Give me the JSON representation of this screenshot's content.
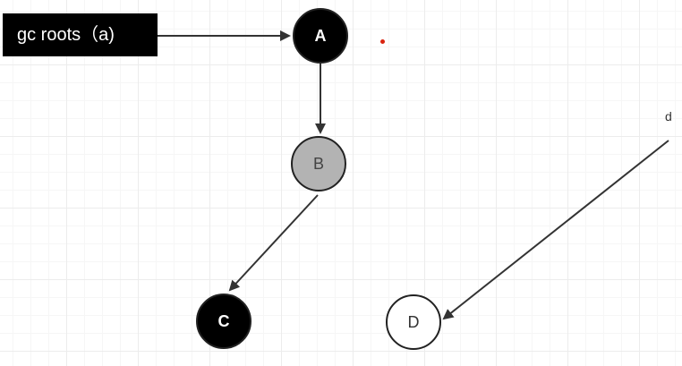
{
  "diagram": {
    "roots_label": "gc roots（a)",
    "nodes": [
      {
        "id": "A",
        "label": "A",
        "fill": "black"
      },
      {
        "id": "B",
        "label": "B",
        "fill": "gray"
      },
      {
        "id": "C",
        "label": "C",
        "fill": "black"
      },
      {
        "id": "D",
        "label": "D",
        "fill": "white"
      }
    ],
    "variable_label": "d",
    "edges": [
      {
        "from": "gc roots",
        "to": "A"
      },
      {
        "from": "A",
        "to": "B"
      },
      {
        "from": "B",
        "to": "C"
      },
      {
        "from": "d",
        "to": "D"
      }
    ]
  },
  "colors": {
    "black_node": "#000000",
    "gray_node": "#b3b3b3",
    "white_node": "#ffffff",
    "edge": "#333333",
    "marker_dot": "#d9230f"
  }
}
